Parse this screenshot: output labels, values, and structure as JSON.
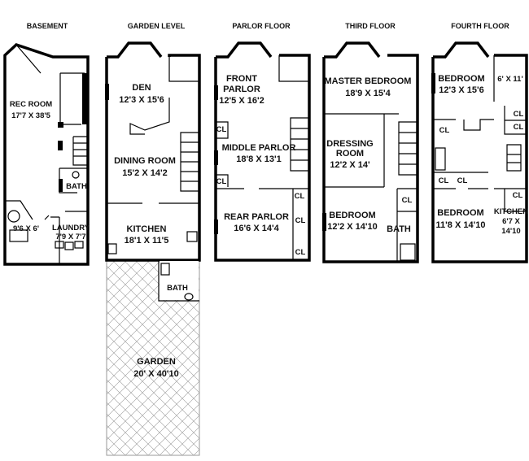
{
  "floors": {
    "basement": {
      "title": "BASEMENT",
      "rooms": [
        {
          "name": "REC ROOM",
          "size": "17'7 X 38'5"
        },
        {
          "name": "BATH"
        },
        {
          "size": "9'6 X 6'"
        },
        {
          "name": "LAUNDRY",
          "size": "7'9 X 7'7"
        }
      ]
    },
    "garden_level": {
      "title": "GARDEN LEVEL",
      "rooms": [
        {
          "name": "DEN",
          "size": "12'3 X 15'6"
        },
        {
          "name": "DINING ROOM",
          "size": "15'2 X 14'2"
        },
        {
          "name": "KITCHEN",
          "size": "18'1 X 11'5"
        },
        {
          "name": "BATH"
        },
        {
          "name": "GARDEN",
          "size": "20' X 40'10"
        }
      ]
    },
    "parlor_floor": {
      "title": "PARLOR FLOOR",
      "rooms": [
        {
          "name_line1": "FRONT",
          "name_line2": "PARLOR",
          "size": "12'5 X 16'2"
        },
        {
          "name": "MIDDLE PARLOR",
          "size": "18'8 X 13'1"
        },
        {
          "name": "REAR PARLOR",
          "size": "16'6 X 14'4"
        }
      ],
      "closet_label": "CL"
    },
    "third_floor": {
      "title": "THIRD FLOOR",
      "rooms": [
        {
          "name": "MASTER BEDROOM",
          "size": "18'9 X 15'4"
        },
        {
          "name_line1": "DRESSING",
          "name_line2": "ROOM",
          "size": "12'2 X 14'"
        },
        {
          "name": "BEDROOM",
          "size": "12'2 X 14'10"
        },
        {
          "name": "BATH"
        }
      ],
      "closet_label": "CL"
    },
    "fourth_floor": {
      "title": "FOURTH FLOOR",
      "rooms": [
        {
          "name": "BEDROOM",
          "size": "12'3 X 15'6"
        },
        {
          "size": "6' X 11'"
        },
        {
          "name": "BEDROOM",
          "size": "11'8 X 14'10"
        },
        {
          "name": "KITCHEN",
          "size_line1": "6'7 X",
          "size_line2": "14'10"
        }
      ],
      "closet_label": "CL"
    }
  }
}
